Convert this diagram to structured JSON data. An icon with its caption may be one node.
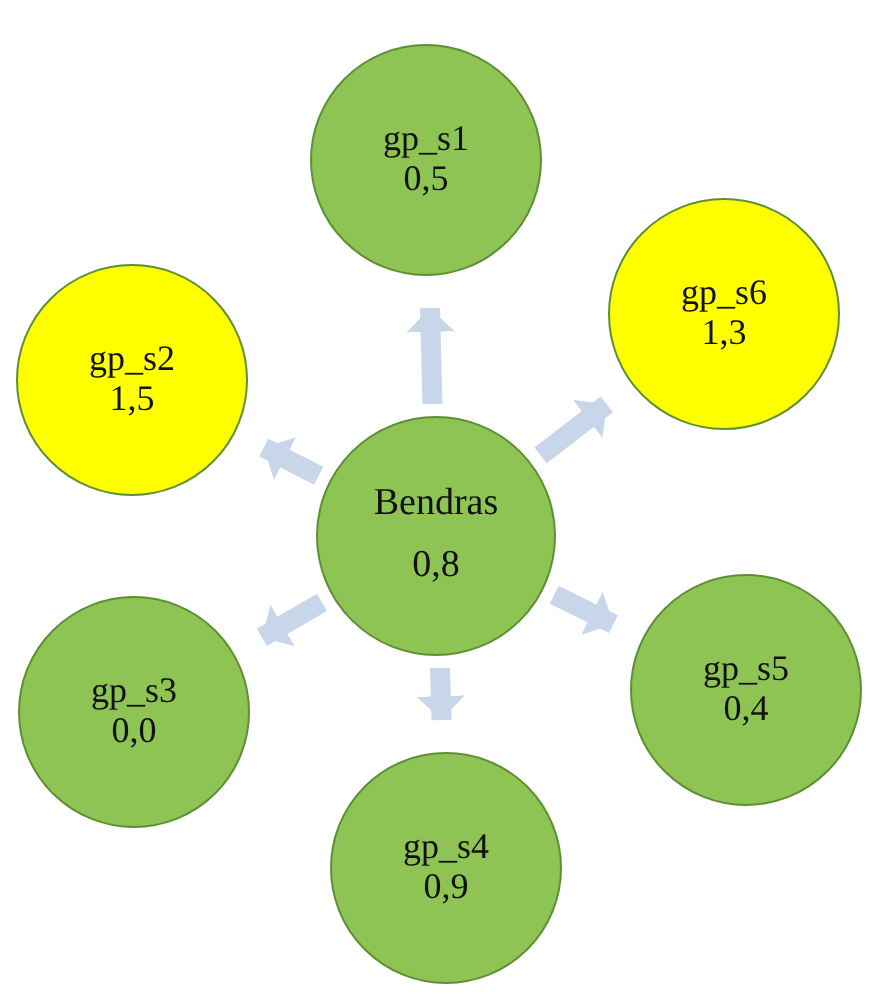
{
  "diagram": {
    "nodes": [
      {
        "text": [
          "gp_s1",
          "0,5"
        ]
      },
      {
        "text": [
          "gp_s2",
          "1,5"
        ]
      },
      {
        "text": [
          "gp_s6",
          "1,3"
        ]
      },
      {
        "text": [
          "Bendras",
          "0,8"
        ]
      },
      {
        "text": [
          "gp_s3",
          "0,0"
        ]
      },
      {
        "text": [
          "gp_s5",
          "0,4"
        ]
      },
      {
        "text": [
          "gp_s4",
          "0,9"
        ]
      }
    ],
    "edges": [
      {
        "from": 3,
        "to": 0,
        "arrow": "to"
      },
      {
        "from": 3,
        "to": 1,
        "arrow": "to"
      },
      {
        "from": 3,
        "to": 2,
        "arrow": "to"
      },
      {
        "from": 3,
        "to": 4,
        "arrow": "to"
      },
      {
        "from": 3,
        "to": 5,
        "arrow": "to"
      },
      {
        "from": 3,
        "to": 6,
        "arrow": "to"
      }
    ]
  }
}
